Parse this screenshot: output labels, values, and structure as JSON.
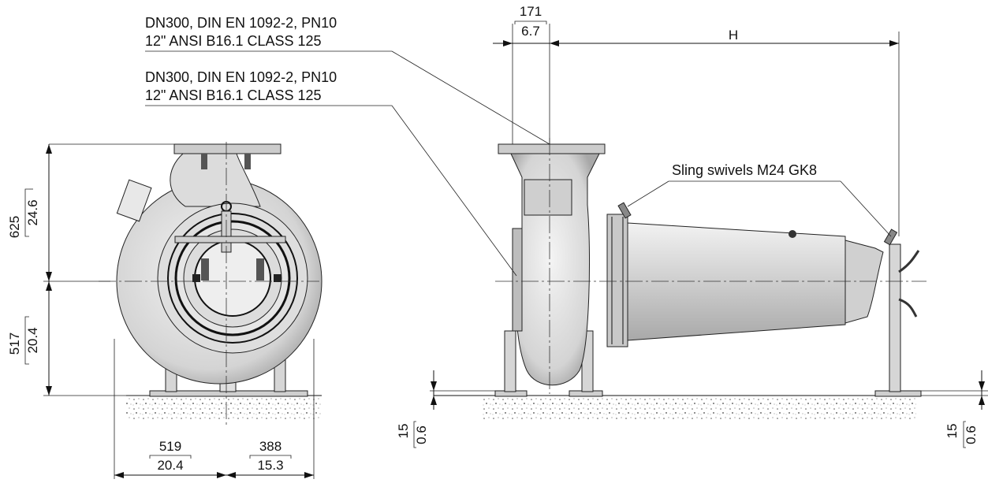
{
  "callouts": {
    "outlet_flange": {
      "line1": "DN300, DIN EN 1092-2, PN10",
      "line2": "12\" ANSI B16.1 CLASS 125"
    },
    "inlet_flange": {
      "line1": "DN300, DIN EN 1092-2, PN10",
      "line2": "12\" ANSI B16.1 CLASS 125"
    },
    "sling": "Sling swivels M24 GK8"
  },
  "dimensions": {
    "height_upper": {
      "mm": "625",
      "in": "24.6"
    },
    "height_lower": {
      "mm": "517",
      "in": "20.4"
    },
    "width_left": {
      "mm": "519",
      "in": "20.4"
    },
    "width_right": {
      "mm": "388",
      "in": "15.3"
    },
    "flange_offset": {
      "mm": "171",
      "in": "6.7"
    },
    "length": {
      "label": "H"
    },
    "base_left": {
      "mm": "15",
      "in": "0.6"
    },
    "base_right": {
      "mm": "15",
      "in": "0.6"
    }
  },
  "colors": {
    "line": "#111111",
    "metal": "#d9d9d9",
    "ground": "#e8e8e8"
  }
}
